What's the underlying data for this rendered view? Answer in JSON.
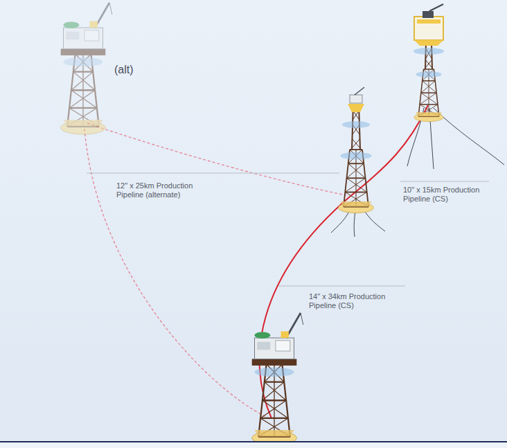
{
  "diagram": {
    "labels": [
      "(alt)",
      "12\" x 25km Production Pipeline (alternate)",
      "10\" x 15km Production Pipeline (CS)",
      "14\" x 34km Production Pipeline (CS)"
    ]
  }
}
